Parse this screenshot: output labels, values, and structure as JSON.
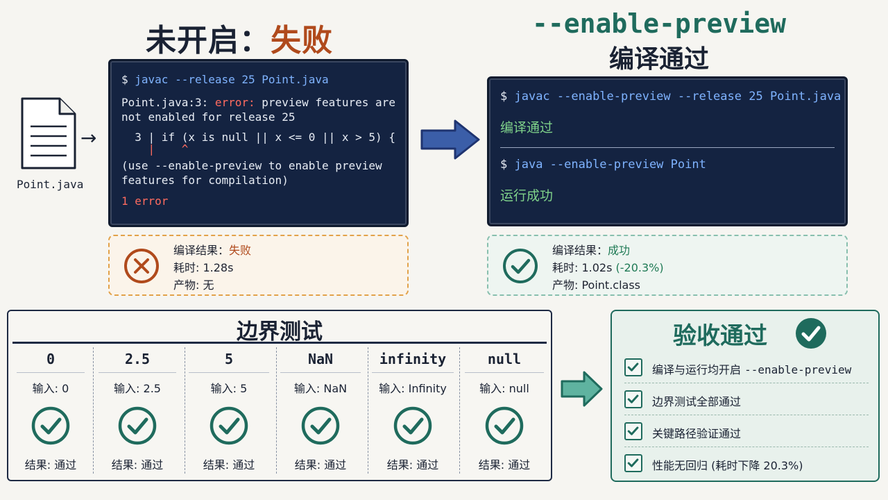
{
  "title_left": {
    "prefix": "未开启：",
    "status": "失败"
  },
  "title_right": {
    "flag": "--enable-preview",
    "subtitle": "编译通过"
  },
  "file": {
    "label": "Point.java"
  },
  "terminal_left": {
    "prompt": "$ ",
    "command": "javac --release 25 Point.java",
    "error_location": "Point.java:3: ",
    "error_keyword": "error:",
    "error_msg_1": " preview features are",
    "error_msg_2": "not enabled for release 25",
    "code_line": "  3 | if (x is null || x <= 0 || x > 5) {",
    "caret_line": "    |    ^",
    "hint_1": "(use --enable-preview to enable preview",
    "hint_2": "features for compilation)",
    "error_count": "1 error"
  },
  "terminal_right": {
    "prompt": "$ ",
    "command1": "javac --enable-preview --release 25 Point.java",
    "result1": "编译通过",
    "command2": "java --enable-preview Point",
    "result2": "运行成功"
  },
  "result_fail": {
    "l1_key": "编译结果：",
    "l1_val": "失败",
    "l2": "耗时: 1.28s",
    "l3": "产物: 无"
  },
  "result_ok": {
    "l1_key": "编译结果：",
    "l1_val": "成功",
    "l2": "耗时: 1.02s ",
    "l2_delta": "(-20.3%)",
    "l3": "产物: Point.class"
  },
  "boundary": {
    "title": "边界测试",
    "columns": [
      {
        "head": "0",
        "input": "输入: 0",
        "result": "结果: 通过"
      },
      {
        "head": "2.5",
        "input": "输入: 2.5",
        "result": "结果: 通过"
      },
      {
        "head": "5",
        "input": "输入: 5",
        "result": "结果: 通过"
      },
      {
        "head": "NaN",
        "input": "输入: NaN",
        "result": "结果: 通过"
      },
      {
        "head": "infinity",
        "input": "输入: Infinity",
        "result": "结果: 通过"
      },
      {
        "head": "null",
        "input": "输入: null",
        "result": "结果: 通过"
      }
    ]
  },
  "acceptance": {
    "title": "验收通过",
    "items": [
      {
        "text": "编译与运行均开启 ",
        "mono": "--enable-preview"
      },
      {
        "text": "边界测试全部通过",
        "mono": ""
      },
      {
        "text": "关键路径验证通过",
        "mono": ""
      },
      {
        "text": "性能无回归 (耗时下降 20.3%)",
        "mono": ""
      }
    ]
  },
  "colors": {
    "fail": "#b04a1c",
    "success": "#1f6b5d",
    "terminal_bg": "#142341",
    "command": "#7fb3ff",
    "error": "#ff6b5f"
  }
}
